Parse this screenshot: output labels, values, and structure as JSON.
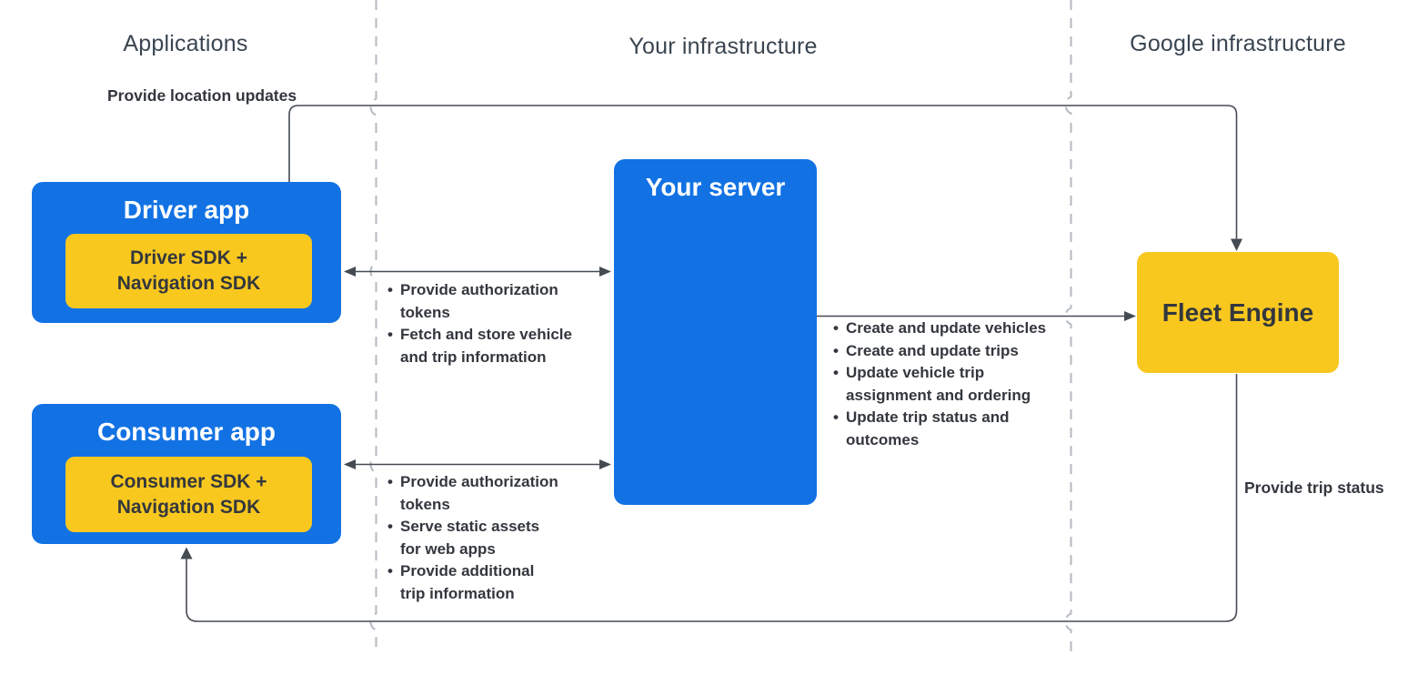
{
  "diagram": {
    "columns": {
      "applications": "Applications",
      "your_infrastructure": "Your infrastructure",
      "google_infrastructure": "Google infrastructure"
    },
    "nodes": {
      "driver_app": {
        "title": "Driver app",
        "sdk": "Driver SDK +\nNavigation SDK"
      },
      "consumer_app": {
        "title": "Consumer app",
        "sdk": "Consumer SDK +\nNavigation SDK"
      },
      "your_server": {
        "title": "Your server"
      },
      "fleet_engine": {
        "title": "Fleet Engine"
      }
    },
    "edge_labels": {
      "provide_location_updates": "Provide location updates",
      "provide_trip_status": "Provide trip status"
    },
    "edge_bullets": {
      "driver_server": {
        "items": [
          "Provide authorization\ntokens",
          "Fetch and store vehicle\nand trip information"
        ]
      },
      "server_fleet": {
        "items": [
          "Create and update vehicles",
          "Create and update trips",
          "Update vehicle trip\nassignment and ordering",
          "Update trip status and\noutcomes"
        ]
      },
      "consumer_server": {
        "items": [
          "Provide authorization\ntokens",
          "Serve static assets\nfor web apps",
          "Provide additional\ntrip information"
        ]
      }
    },
    "colors": {
      "node_blue": "#1272E4",
      "node_yellow": "#F9C81F",
      "connector_line": "#454B52",
      "divider_dashed": "#B4BAC0",
      "dark_text": "#33373D",
      "header_text": "#3A4551",
      "title_text_on_blue": "#FFFFFF"
    }
  }
}
